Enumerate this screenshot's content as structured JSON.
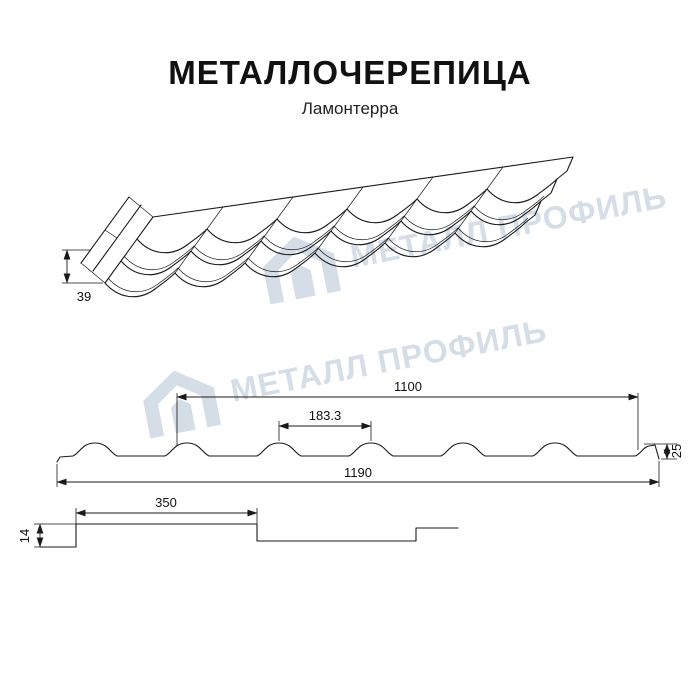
{
  "title": "МЕТАЛЛОЧЕРЕПИЦА",
  "subtitle": "Ламонтерра",
  "watermark": {
    "text": "МЕТАЛЛ ПРОФИЛЬ",
    "color": "#b4c3d5"
  },
  "colors": {
    "line": "#1a1a1a",
    "background": "#ffffff",
    "watermark": "#b4c3d5"
  },
  "dims": {
    "eave_height": "39",
    "cover_width": "1100",
    "wave_step": "183.3",
    "full_width": "1190",
    "profile_height": "25",
    "module_length": "350",
    "step_height": "14"
  }
}
